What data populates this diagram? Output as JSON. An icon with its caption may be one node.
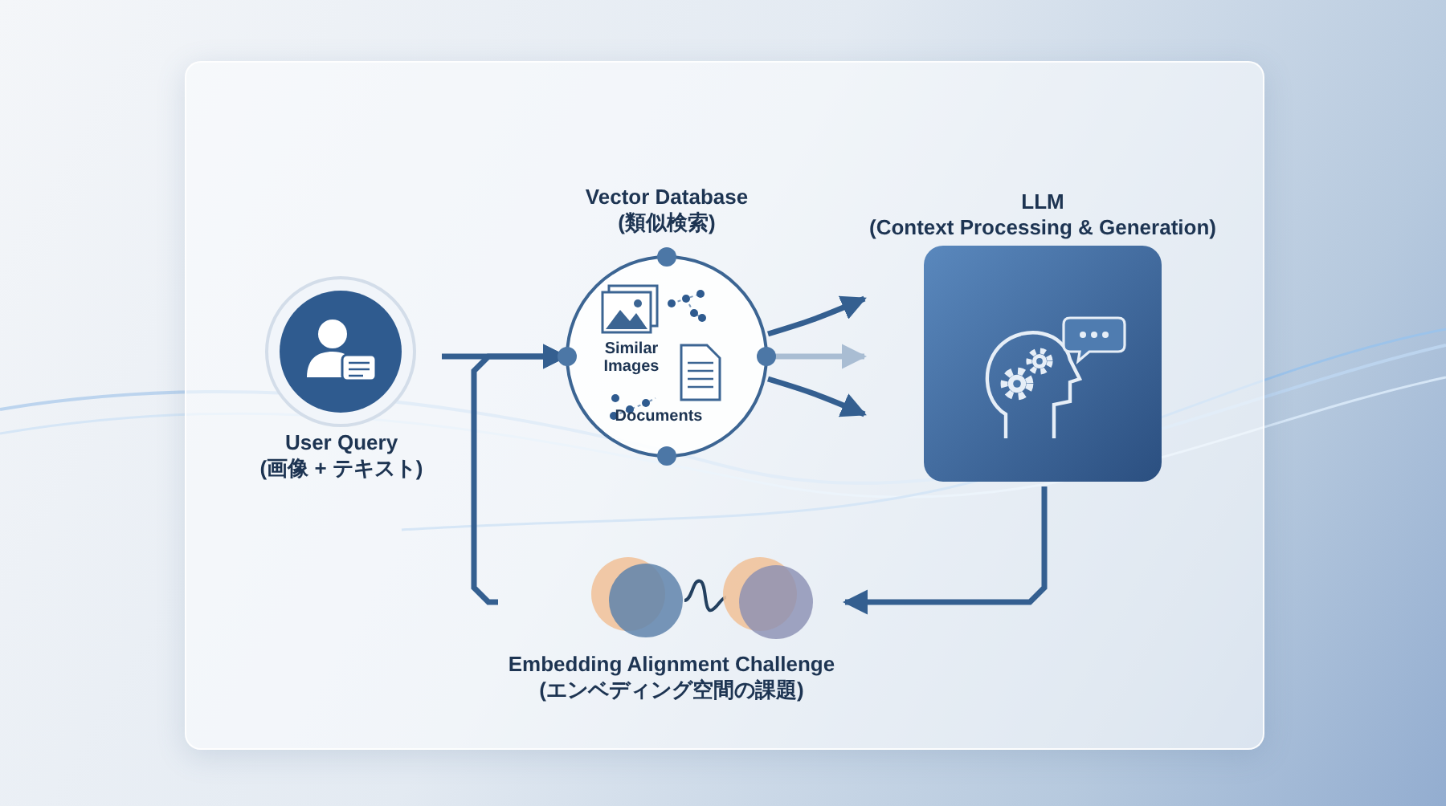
{
  "diagram": {
    "nodes": [
      {
        "text": [
          "User Query (画像 + テキスト)"
        ]
      },
      {
        "text": [
          "Vector Database (類似検索)",
          "Similar Images",
          "Documents"
        ]
      },
      {
        "text": [
          "LLM (Context Processing & Generation)"
        ]
      },
      {
        "text": [
          "Embedding Alignment Challenge (エンベディング空間の課題)"
        ]
      }
    ],
    "edges": [
      {
        "from": 0,
        "to": 1,
        "arrow": "to"
      },
      {
        "from": 1,
        "to": 2,
        "arrow": "to"
      },
      {
        "from": 1,
        "to": 2,
        "arrow": "to",
        "color": "#a9bdd3"
      },
      {
        "from": 1,
        "to": 2,
        "arrow": "to"
      },
      {
        "from": 2,
        "to": 3,
        "arrow": "to"
      },
      {
        "from": 3,
        "to": 1,
        "arrow": "to"
      }
    ]
  }
}
